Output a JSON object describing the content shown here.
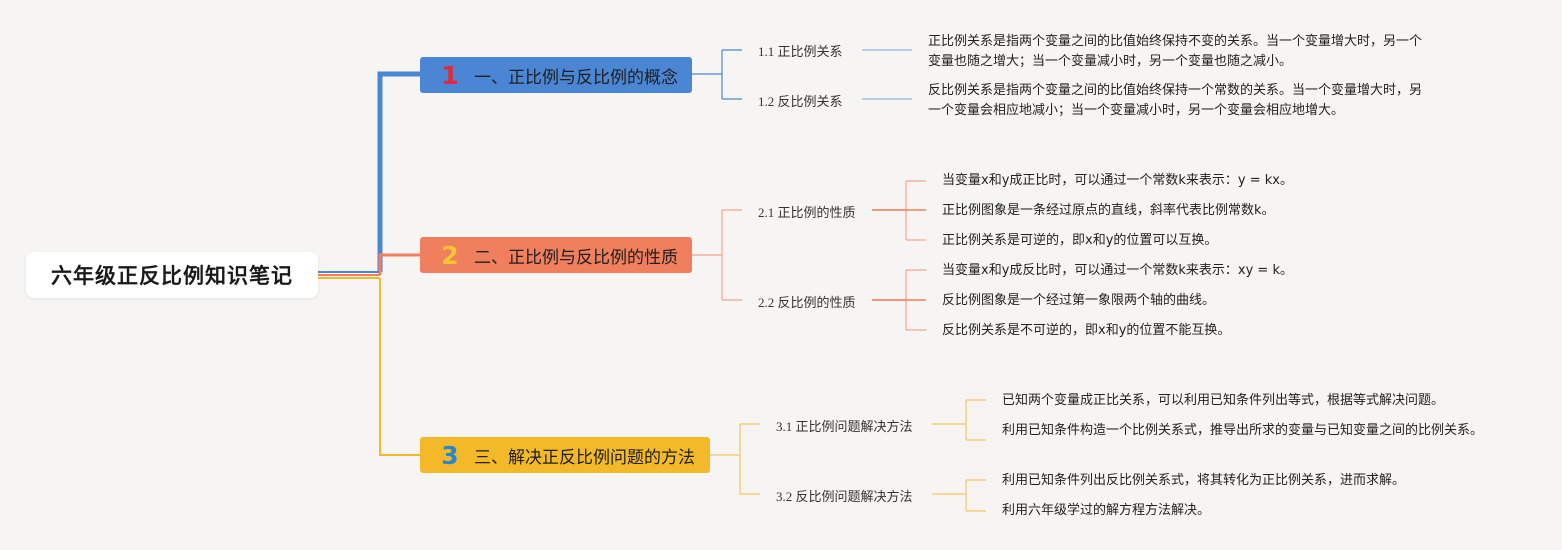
{
  "root": {
    "title": "六年级正反比例知识笔记"
  },
  "branches": [
    {
      "num": "1",
      "label": "一、正比例与反比例的概念",
      "color": "#4a86d4",
      "num_color": "#e02a3a",
      "subs": [
        {
          "label": "1.1 正比例关系",
          "leaves": [
            "正比例关系是指两个变量之间的比值始终保持不变的关系。当一个变量增大时，另一个变量也随之增大；当一个变量减小时，另一个变量也随之减小。"
          ]
        },
        {
          "label": "1.2 反比例关系",
          "leaves": [
            "反比例关系是指两个变量之间的比值始终保持一个常数的关系。当一个变量增大时，另一个变量会相应地减小；当一个变量减小时，另一个变量会相应地增大。"
          ]
        }
      ]
    },
    {
      "num": "2",
      "label": "二、正比例与反比例的性质",
      "color": "#f07f5d",
      "num_color": "#f6c531",
      "subs": [
        {
          "label": "2.1 正比例的性质",
          "leaves": [
            "当变量x和y成正比时，可以通过一个常数k来表示：y = kx。",
            "正比例图象是一条经过原点的直线，斜率代表比例常数k。",
            "正比例关系是可逆的，即x和y的位置可以互换。"
          ]
        },
        {
          "label": "2.2 反比例的性质",
          "leaves": [
            "当变量x和y成反比时，可以通过一个常数k来表示：xy = k。",
            "反比例图象是一个经过第一象限两个轴的曲线。",
            "反比例关系是不可逆的，即x和y的位置不能互换。"
          ]
        }
      ]
    },
    {
      "num": "3",
      "label": "三、解决正反比例问题的方法",
      "color": "#f4b928",
      "num_color": "#2a86cf",
      "subs": [
        {
          "label": "3.1 正比例问题解决方法",
          "leaves": [
            "已知两个变量成正比关系，可以利用已知条件列出等式，根据等式解决问题。",
            "利用已知条件构造一个比例关系式，推导出所求的变量与已知变量之间的比例关系。"
          ]
        },
        {
          "label": "3.2 反比例问题解决方法",
          "leaves": [
            "利用已知条件列出反比例关系式，将其转化为正比例关系，进而求解。",
            "利用六年级学过的解方程方法解决。"
          ]
        }
      ]
    }
  ]
}
